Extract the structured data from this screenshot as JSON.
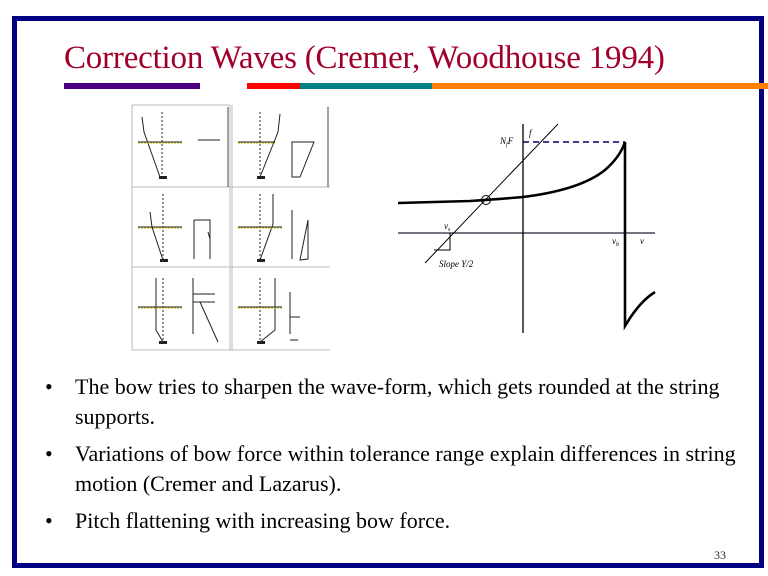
{
  "slide": {
    "title": "Correction Waves (Cremer, Woodhouse 1994)",
    "accent_colors": {
      "border": "#000080",
      "title": "#A0002A",
      "bar1": "#4B0082",
      "bar2": "#FF0000",
      "bar3": "#008080",
      "bar4": "#FF8000"
    },
    "bullets": [
      {
        "marker": "•",
        "text": "The bow tries to sharpen the wave-form, which gets rounded at the string supports."
      },
      {
        "marker": "•",
        "text": "Variations of bow force within tolerance range explain differences in string motion (Cremer and Lazarus)."
      },
      {
        "marker": "•",
        "text": "Pitch flattening with increasing bow force."
      }
    ],
    "page_number": "33"
  },
  "friction_figure": {
    "label_force": "N",
    "label_force_sub": "f",
    "label_force_suffix": "F",
    "label_f": "f",
    "label_vs": "v",
    "label_vs_sub": "s",
    "label_vb": "v",
    "label_vb_sub": "b",
    "label_v": "v",
    "label_slope": "Slope Y/2"
  }
}
